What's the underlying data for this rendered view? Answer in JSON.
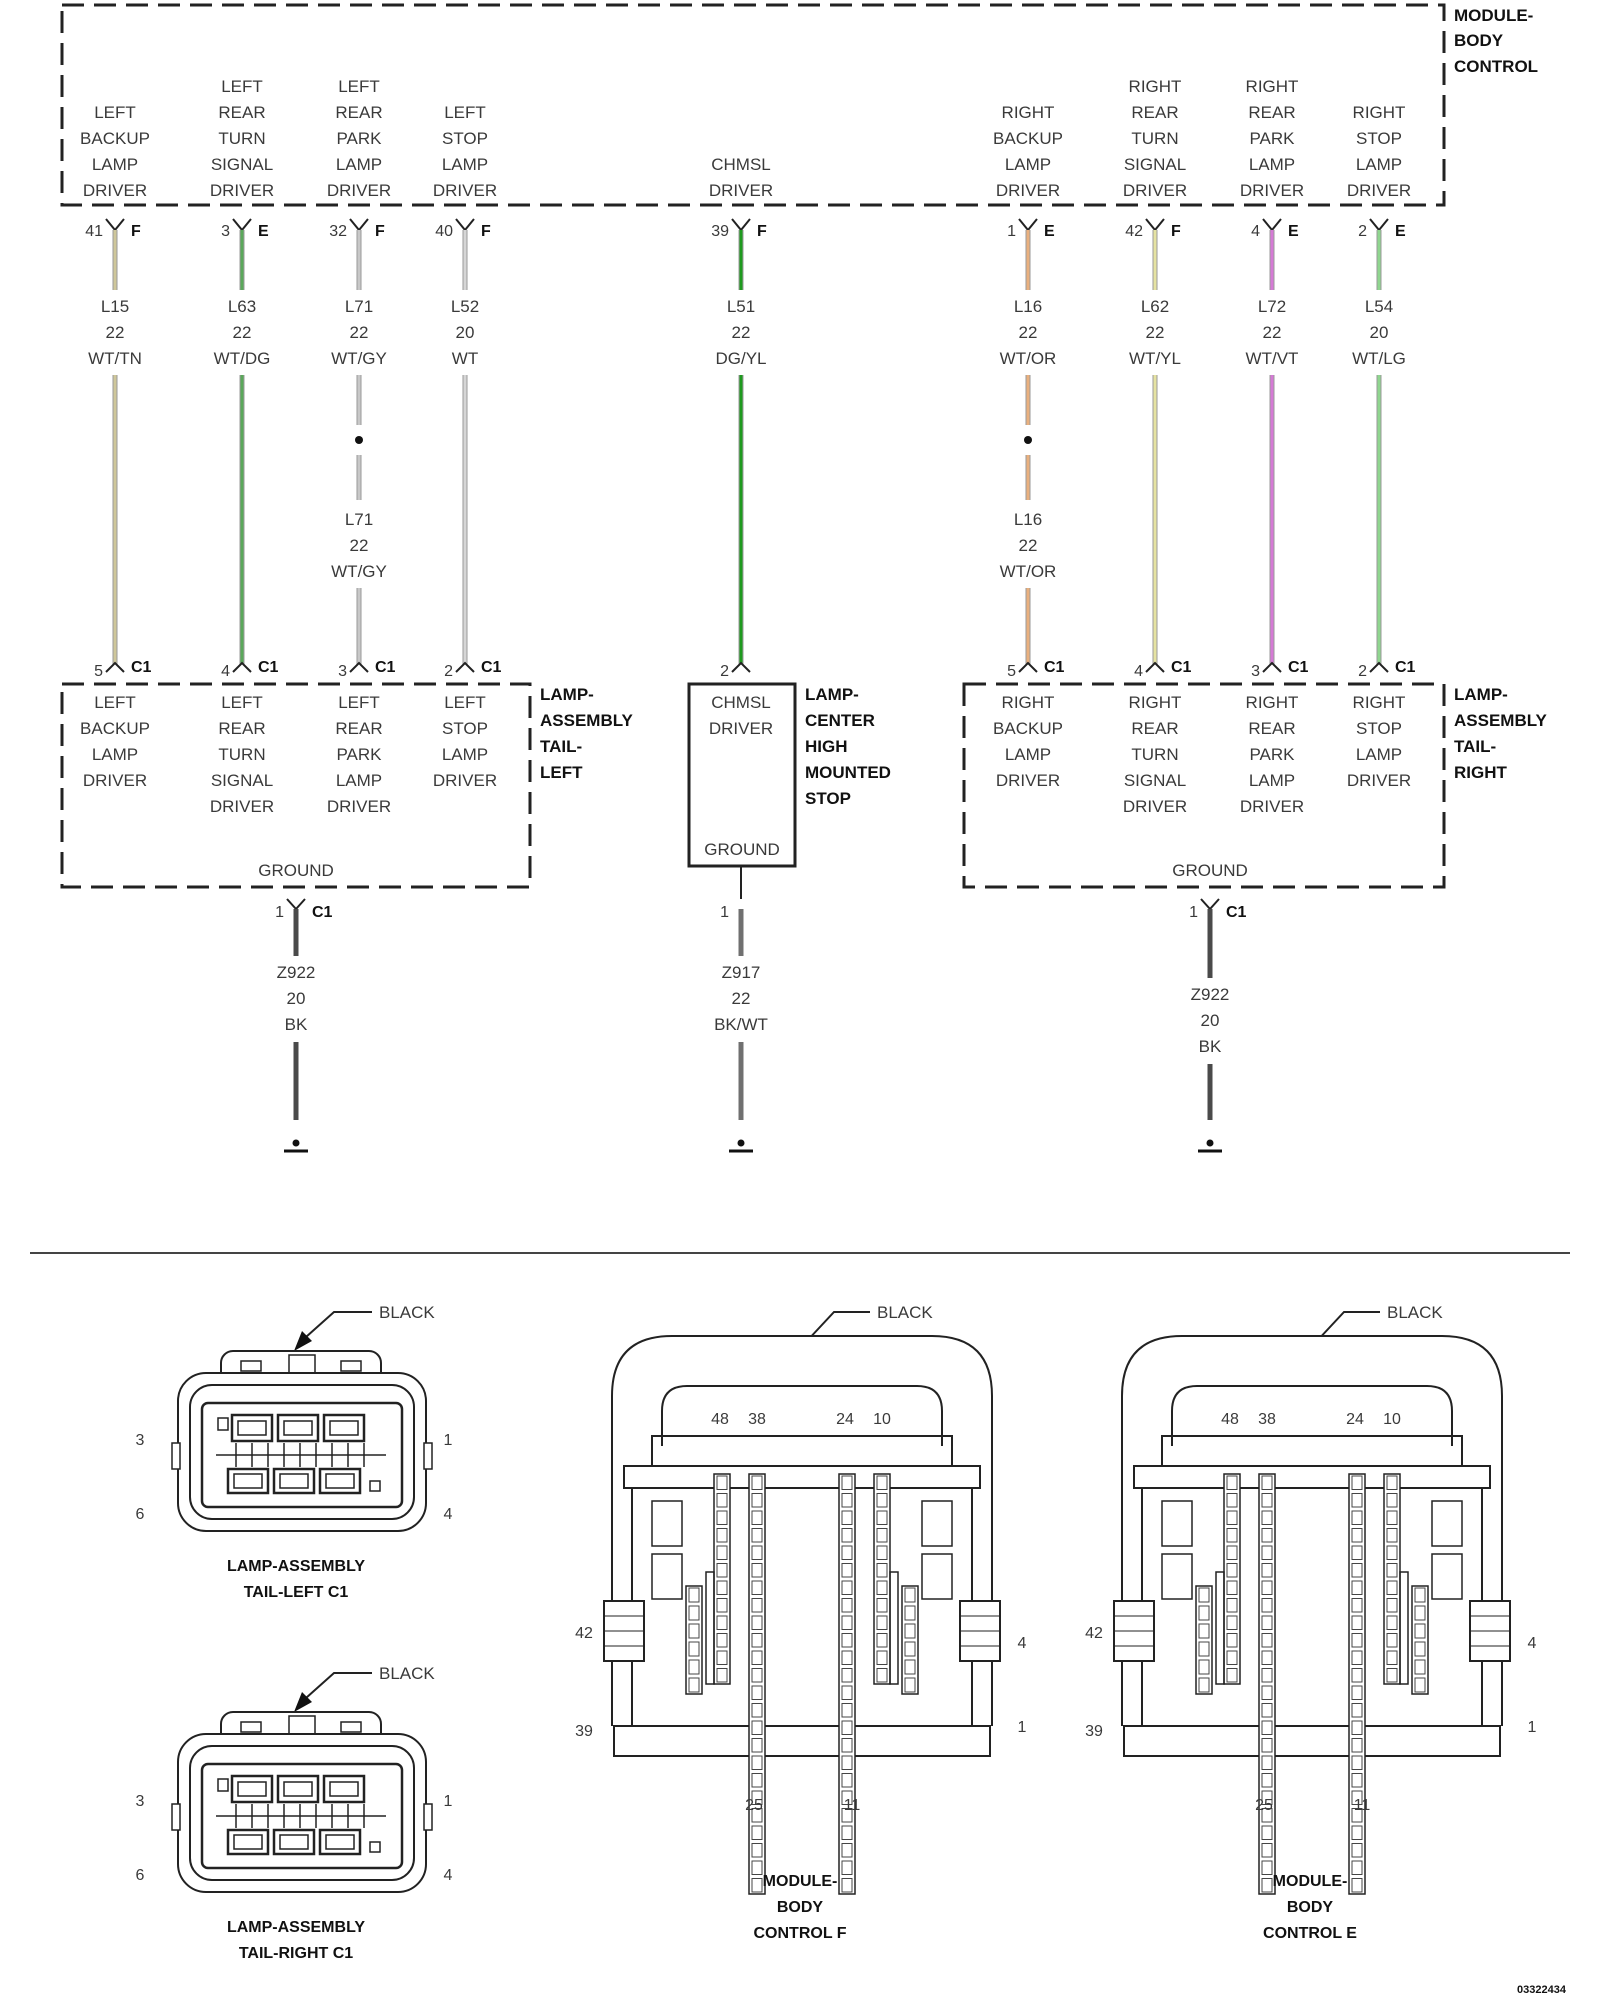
{
  "diagram": {
    "modules": {
      "bcm": {
        "lines": [
          "MODULE-",
          "BODY",
          "CONTROL"
        ]
      },
      "tail_left": {
        "lines": [
          "LAMP-",
          "ASSEMBLY",
          "TAIL-",
          "LEFT"
        ],
        "ground": "GROUND"
      },
      "chmsl": {
        "lines": [
          "LAMP-",
          "CENTER",
          "HIGH",
          "MOUNTED",
          "STOP"
        ],
        "ground": "GROUND"
      },
      "tail_right": {
        "lines": [
          "LAMP-",
          "ASSEMBLY",
          "TAIL-",
          "RIGHT"
        ],
        "ground": "GROUND"
      }
    },
    "wires": [
      {
        "top": [
          "LEFT",
          "BACKUP",
          "LAMP",
          "DRIVER"
        ],
        "pin": "41",
        "conn": "F",
        "circuit": "L15",
        "gauge": "22",
        "color": "WT/TN",
        "hex": "#cfc79a",
        "bpin": "5",
        "bconn": "C1",
        "bottom": [
          "LEFT",
          "BACKUP",
          "LAMP",
          "DRIVER"
        ]
      },
      {
        "top": [
          "LEFT",
          "REAR",
          "TURN",
          "SIGNAL",
          "DRIVER"
        ],
        "pin": "3",
        "conn": "E",
        "circuit": "L63",
        "gauge": "22",
        "color": "WT/DG",
        "hex": "#5aa85a",
        "bpin": "4",
        "bconn": "C1",
        "bottom": [
          "LEFT",
          "REAR",
          "TURN",
          "SIGNAL",
          "DRIVER"
        ]
      },
      {
        "top": [
          "LEFT",
          "REAR",
          "PARK",
          "LAMP",
          "DRIVER"
        ],
        "pin": "32",
        "conn": "F",
        "circuit": "L71",
        "gauge": "22",
        "color": "WT/GY",
        "hex": "#c8c8c8",
        "bpin": "3",
        "bconn": "C1",
        "bottom": [
          "LEFT",
          "REAR",
          "PARK",
          "LAMP",
          "DRIVER"
        ],
        "splice": {
          "circuit": "L71",
          "gauge": "22",
          "color": "WT/GY"
        }
      },
      {
        "top": [
          "LEFT",
          "STOP",
          "LAMP",
          "DRIVER"
        ],
        "pin": "40",
        "conn": "F",
        "circuit": "L52",
        "gauge": "20",
        "color": "WT",
        "hex": "#d6d6d6",
        "bpin": "2",
        "bconn": "C1",
        "bottom": [
          "LEFT",
          "STOP",
          "LAMP",
          "DRIVER"
        ]
      },
      {
        "top": [
          "CHMSL",
          "DRIVER"
        ],
        "pin": "39",
        "conn": "F",
        "circuit": "L51",
        "gauge": "22",
        "color": "DG/YL",
        "hex": "#1e9a1e",
        "bpin": "2",
        "bconn": "",
        "bottom": [
          "CHMSL",
          "DRIVER"
        ]
      },
      {
        "top": [
          "RIGHT",
          "BACKUP",
          "LAMP",
          "DRIVER"
        ],
        "pin": "1",
        "conn": "E",
        "circuit": "L16",
        "gauge": "22",
        "color": "WT/OR",
        "hex": "#e9b07e",
        "bpin": "5",
        "bconn": "C1",
        "bottom": [
          "RIGHT",
          "BACKUP",
          "LAMP",
          "DRIVER"
        ],
        "splice": {
          "circuit": "L16",
          "gauge": "22",
          "color": "WT/OR"
        }
      },
      {
        "top": [
          "RIGHT",
          "REAR",
          "TURN",
          "SIGNAL",
          "DRIVER"
        ],
        "pin": "42",
        "conn": "F",
        "circuit": "L62",
        "gauge": "22",
        "color": "WT/YL",
        "hex": "#e6e3a2",
        "bpin": "4",
        "bconn": "C1",
        "bottom": [
          "RIGHT",
          "REAR",
          "TURN",
          "SIGNAL",
          "DRIVER"
        ]
      },
      {
        "top": [
          "RIGHT",
          "REAR",
          "PARK",
          "LAMP",
          "DRIVER"
        ],
        "pin": "4",
        "conn": "E",
        "circuit": "L72",
        "gauge": "22",
        "color": "WT/VT",
        "hex": "#d57ad5",
        "bpin": "3",
        "bconn": "C1",
        "bottom": [
          "RIGHT",
          "REAR",
          "PARK",
          "LAMP",
          "DRIVER"
        ]
      },
      {
        "top": [
          "RIGHT",
          "STOP",
          "LAMP",
          "DRIVER"
        ],
        "pin": "2",
        "conn": "E",
        "circuit": "L54",
        "gauge": "20",
        "color": "WT/LG",
        "hex": "#8fd68f",
        "bpin": "2",
        "bconn": "C1",
        "bottom": [
          "RIGHT",
          "STOP",
          "LAMP",
          "DRIVER"
        ]
      }
    ],
    "grounds": [
      {
        "pin": "1",
        "conn": "C1",
        "circuit": "Z922",
        "gauge": "20",
        "color": "BK",
        "hex": "#4a4a4a"
      },
      {
        "pin": "1",
        "conn": "",
        "circuit": "Z917",
        "gauge": "22",
        "color": "BK/WT",
        "hex": "#707070"
      },
      {
        "pin": "1",
        "conn": "C1",
        "circuit": "Z922",
        "gauge": "20",
        "color": "BK",
        "hex": "#4a4a4a"
      }
    ],
    "connectors": [
      {
        "color_label": "BLACK",
        "pins": [
          "3",
          "1",
          "6",
          "4"
        ],
        "caption": [
          "LAMP-ASSEMBLY",
          "TAIL-LEFT C1"
        ]
      },
      {
        "color_label": "BLACK",
        "pins": [
          "3",
          "1",
          "6",
          "4"
        ],
        "caption": [
          "LAMP-ASSEMBLY",
          "TAIL-RIGHT C1"
        ]
      },
      {
        "color_label": "BLACK",
        "pins": [
          "48",
          "38",
          "24",
          "10",
          "42",
          "4",
          "39",
          "1",
          "25",
          "11"
        ],
        "caption": [
          "MODULE-",
          "BODY",
          "CONTROL F"
        ]
      },
      {
        "color_label": "BLACK",
        "pins": [
          "48",
          "38",
          "24",
          "10",
          "42",
          "4",
          "39",
          "1",
          "25",
          "11"
        ],
        "caption": [
          "MODULE-",
          "BODY",
          "CONTROL E"
        ]
      }
    ],
    "figure_number": "03322434"
  }
}
